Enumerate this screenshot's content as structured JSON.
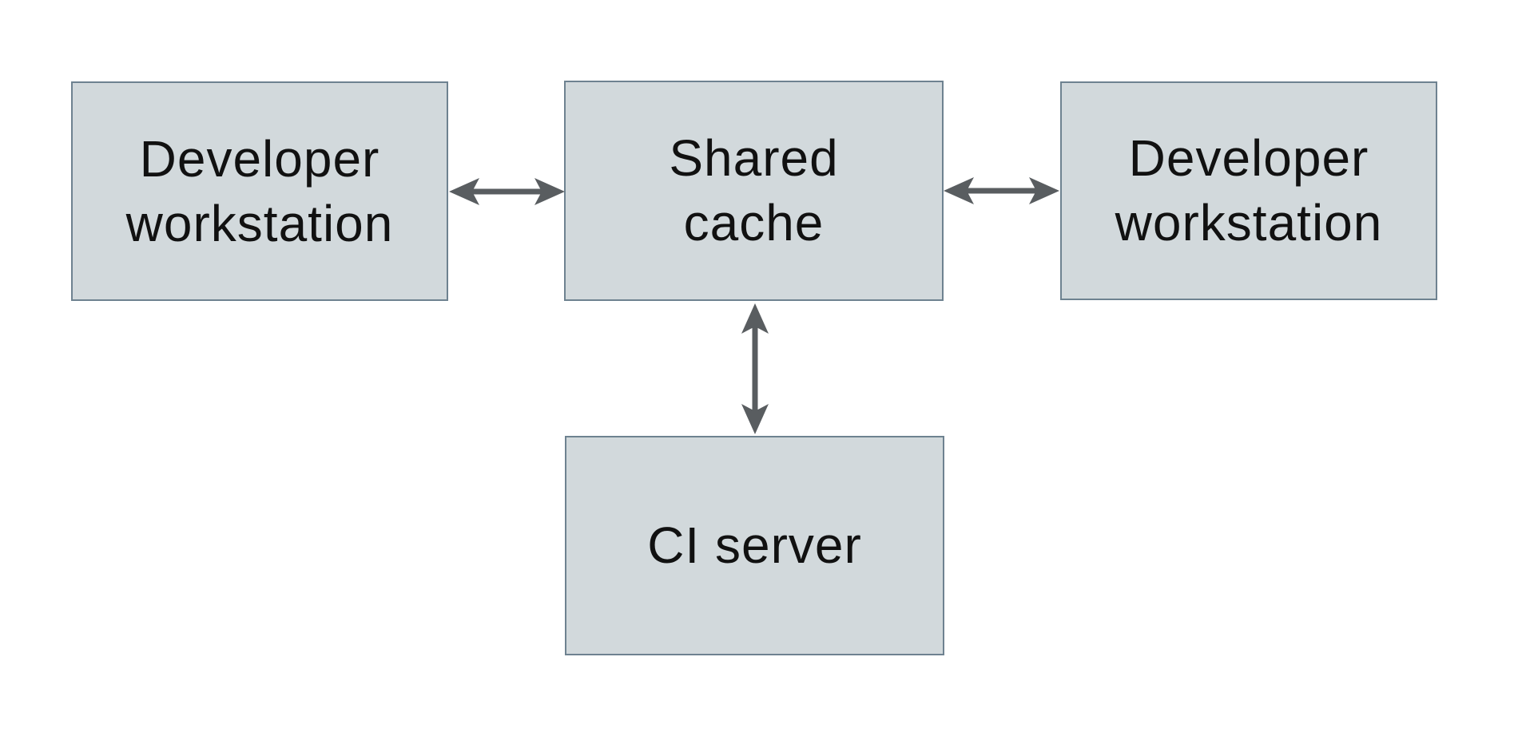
{
  "colors": {
    "background": "#ffffff",
    "node_fill": "#d2d9dc",
    "node_border": "#6e8290",
    "arrow": "#595d60",
    "text": "#111111"
  },
  "nodes": {
    "dev_left": {
      "label": "Developer\nworkstation"
    },
    "shared_cache": {
      "label": "Shared\ncache"
    },
    "dev_right": {
      "label": "Developer\nworkstation"
    },
    "ci_server": {
      "label": "CI server"
    }
  },
  "edges": [
    {
      "from": "Developer workstation (left)",
      "to": "Shared cache",
      "type": "bidirectional-arrow",
      "orientation": "horizontal"
    },
    {
      "from": "Shared cache",
      "to": "Developer workstation (right)",
      "type": "bidirectional-arrow",
      "orientation": "horizontal"
    },
    {
      "from": "Shared cache",
      "to": "CI server",
      "type": "bidirectional-arrow",
      "orientation": "vertical"
    }
  ]
}
